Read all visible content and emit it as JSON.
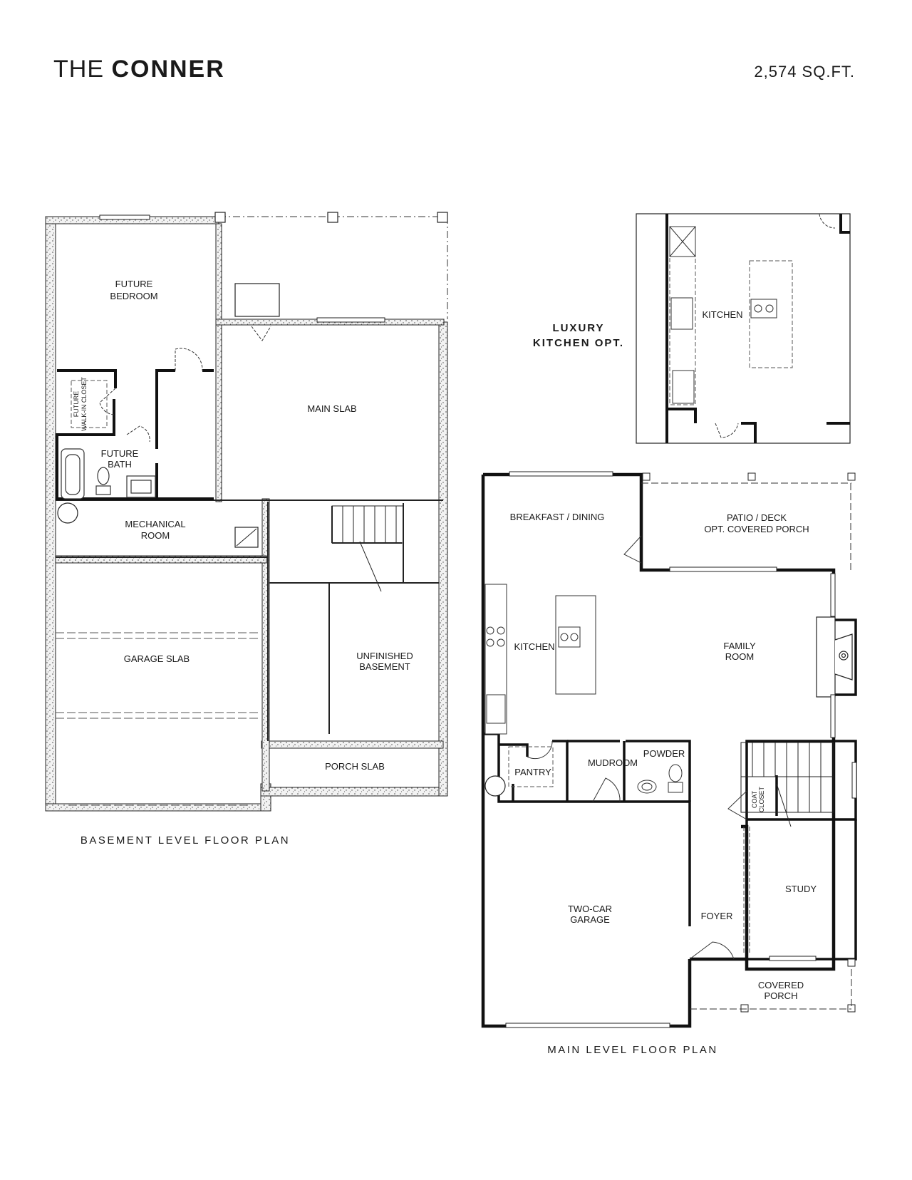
{
  "header": {
    "title_prefix": "THE",
    "title_name": "CONNER",
    "square_footage": "2,574 SQ.FT."
  },
  "basement": {
    "caption": "BASEMENT LEVEL FLOOR PLAN",
    "rooms": {
      "future_bedroom_1": "FUTURE",
      "future_bedroom_2": "BEDROOM",
      "future_closet_1": "FUTURE",
      "future_closet_2": "WALK-IN CLOSET",
      "future_bath_1": "FUTURE",
      "future_bath_2": "BATH",
      "mechanical_1": "MECHANICAL",
      "mechanical_2": "ROOM",
      "main_slab": "MAIN SLAB",
      "garage_slab": "GARAGE SLAB",
      "unfinished_1": "UNFINISHED",
      "unfinished_2": "BASEMENT",
      "porch_slab": "PORCH SLAB"
    }
  },
  "luxury_kitchen": {
    "caption_1": "LUXURY",
    "caption_2": "KITCHEN OPT.",
    "kitchen": "KITCHEN"
  },
  "main": {
    "caption": "MAIN LEVEL FLOOR PLAN",
    "rooms": {
      "breakfast": "BREAKFAST / DINING",
      "patio_1": "PATIO / DECK",
      "patio_2": "OPT. COVERED PORCH",
      "kitchen": "KITCHEN",
      "family_1": "FAMILY",
      "family_2": "ROOM",
      "pantry": "PANTRY",
      "mudroom": "MUDROOM",
      "powder": "POWDER",
      "coat_1": "COAT",
      "coat_2": "CLOSET",
      "garage_1": "TWO-CAR",
      "garage_2": "GARAGE",
      "foyer": "FOYER",
      "study": "STUDY",
      "covered_porch_1": "COVERED",
      "covered_porch_2": "PORCH"
    }
  }
}
